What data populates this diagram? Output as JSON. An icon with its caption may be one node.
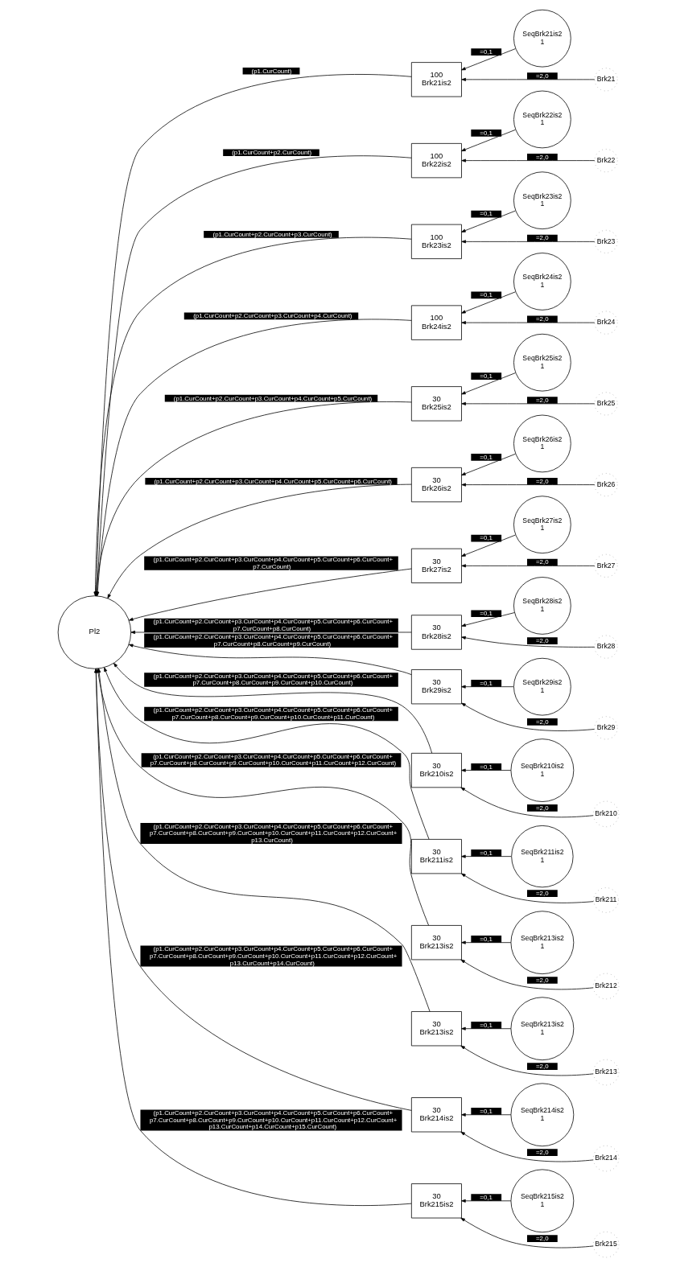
{
  "diagram": {
    "nodes": [
      {
        "text": [
          "Pl2"
        ]
      },
      {
        "text": [
          "100",
          "Brk21is2"
        ]
      },
      {
        "text": [
          "SeqBrk21is2",
          "1"
        ]
      },
      {
        "text": [
          "Brk21"
        ]
      },
      {
        "text": [
          "100",
          "Brk22is2"
        ]
      },
      {
        "text": [
          "SeqBrk22is2",
          "1"
        ]
      },
      {
        "text": [
          "Brk22"
        ]
      },
      {
        "text": [
          "100",
          "Brk23is2"
        ]
      },
      {
        "text": [
          "SeqBrk23is2",
          "1"
        ]
      },
      {
        "text": [
          "Brk23"
        ]
      },
      {
        "text": [
          "100",
          "Brk24is2"
        ]
      },
      {
        "text": [
          "SeqBrk24is2",
          "1"
        ]
      },
      {
        "text": [
          "Brk24"
        ]
      },
      {
        "text": [
          "30",
          "Brk25is2"
        ]
      },
      {
        "text": [
          "SeqBrk25is2",
          "1"
        ]
      },
      {
        "text": [
          "Brk25"
        ]
      },
      {
        "text": [
          "30",
          "Brk26is2"
        ]
      },
      {
        "text": [
          "SeqBrk26is2",
          "1"
        ]
      },
      {
        "text": [
          "Brk26"
        ]
      },
      {
        "text": [
          "30",
          "Brk27is2"
        ]
      },
      {
        "text": [
          "SeqBrk27is2",
          "1"
        ]
      },
      {
        "text": [
          "Brk27"
        ]
      },
      {
        "text": [
          "30",
          "Brk28is2"
        ]
      },
      {
        "text": [
          "SeqBrk28is2",
          "1"
        ]
      },
      {
        "text": [
          "Brk28"
        ]
      },
      {
        "text": [
          "30",
          "Brk29is2"
        ]
      },
      {
        "text": [
          "SeqBrk29is2",
          "1"
        ]
      },
      {
        "text": [
          "Brk29"
        ]
      },
      {
        "text": [
          "30",
          "Brk210is2"
        ]
      },
      {
        "text": [
          "SeqBrk210is2",
          "1"
        ]
      },
      {
        "text": [
          "Brk210"
        ]
      },
      {
        "text": [
          "30",
          "Brk211is2"
        ]
      },
      {
        "text": [
          "SeqBrk211is2",
          "1"
        ]
      },
      {
        "text": [
          "Brk211"
        ]
      },
      {
        "text": [
          "30",
          "Brk213is2"
        ]
      },
      {
        "text": [
          "SeqBrk213is2",
          "1"
        ]
      },
      {
        "text": [
          "Brk212"
        ]
      },
      {
        "text": [
          "30",
          "Brk213is2"
        ]
      },
      {
        "text": [
          "SeqBrk213is2",
          "1"
        ]
      },
      {
        "text": [
          "Brk213"
        ]
      },
      {
        "text": [
          "30",
          "Brk214is2"
        ]
      },
      {
        "text": [
          "SeqBrk214is2",
          "1"
        ]
      },
      {
        "text": [
          "Brk214"
        ]
      },
      {
        "text": [
          "30",
          "Brk215is2"
        ]
      },
      {
        "text": [
          "SeqBrk215is2",
          "1"
        ]
      },
      {
        "text": [
          "Brk215"
        ]
      }
    ],
    "edges": [
      {
        "from": 2,
        "to": 1,
        "arrow": "to",
        "label": "=0,1"
      },
      {
        "from": 3,
        "to": 1,
        "arrow": "to",
        "label": "=2,0"
      },
      {
        "from": 1,
        "to": 0,
        "arrow": "to",
        "label": "(p1.CurCount)"
      },
      {
        "from": 5,
        "to": 4,
        "arrow": "to",
        "label": "=0,1"
      },
      {
        "from": 6,
        "to": 4,
        "arrow": "to",
        "label": "=2,0"
      },
      {
        "from": 4,
        "to": 0,
        "arrow": "to",
        "label": "(p1.CurCount+p2.CurCount)"
      },
      {
        "from": 8,
        "to": 7,
        "arrow": "to",
        "label": "=0,1"
      },
      {
        "from": 9,
        "to": 7,
        "arrow": "to",
        "label": "=2,0"
      },
      {
        "from": 7,
        "to": 0,
        "arrow": "to",
        "label": "(p1.CurCount+p2.CurCount+p3.CurCount)"
      },
      {
        "from": 11,
        "to": 10,
        "arrow": "to",
        "label": "=0,1"
      },
      {
        "from": 12,
        "to": 10,
        "arrow": "to",
        "label": "=2,0"
      },
      {
        "from": 10,
        "to": 0,
        "arrow": "to",
        "label": "(p1.CurCount+p2.CurCount+p3.CurCount+p4.CurCount)"
      },
      {
        "from": 14,
        "to": 13,
        "arrow": "to",
        "label": "=0,1"
      },
      {
        "from": 15,
        "to": 13,
        "arrow": "to",
        "label": "=2,0"
      },
      {
        "from": 13,
        "to": 0,
        "arrow": "to",
        "label": "(p1.CurCount+p2.CurCount+p3.CurCount+p4.CurCount+p5.CurCount)"
      },
      {
        "from": 17,
        "to": 16,
        "arrow": "to",
        "label": "=0,1"
      },
      {
        "from": 18,
        "to": 16,
        "arrow": "to",
        "label": "=2,0"
      },
      {
        "from": 16,
        "to": 0,
        "arrow": "to",
        "label": "(p1.CurCount+p2.CurCount+p3.CurCount+p4.CurCount+p5.CurCount+p6.CurCount)"
      },
      {
        "from": 20,
        "to": 19,
        "arrow": "to",
        "label": "=0,1"
      },
      {
        "from": 21,
        "to": 19,
        "arrow": "to",
        "label": "=2,0"
      },
      {
        "from": 19,
        "to": 0,
        "arrow": "to",
        "label": "(p1.CurCount+p2.CurCount+p3.CurCount+p4.CurCount+p5.CurCount+p6.CurCount+p7.CurCount)"
      },
      {
        "from": 23,
        "to": 22,
        "arrow": "to",
        "label": "=0,1"
      },
      {
        "from": 24,
        "to": 22,
        "arrow": "to",
        "label": "=2,0"
      },
      {
        "from": 22,
        "to": 0,
        "arrow": "to",
        "label": "(p1.CurCount+p2.CurCount+p3.CurCount+p4.CurCount+p5.CurCount+p6.CurCount+p7.CurCount+p8.CurCount)"
      },
      {
        "from": 26,
        "to": 25,
        "arrow": "to",
        "label": "=0,1"
      },
      {
        "from": 27,
        "to": 25,
        "arrow": "to",
        "label": "=2,0"
      },
      {
        "from": 25,
        "to": 0,
        "arrow": "to",
        "label": "(p1.CurCount+p2.CurCount+p3.CurCount+p4.CurCount+p5.CurCount+p6.CurCount+p7.CurCount+p8.CurCount+p9.CurCount)"
      },
      {
        "from": 29,
        "to": 28,
        "arrow": "to",
        "label": "=0,1"
      },
      {
        "from": 30,
        "to": 28,
        "arrow": "to",
        "label": "=2,0"
      },
      {
        "from": 28,
        "to": 0,
        "arrow": "to",
        "label": "(p1.CurCount+p2.CurCount+p3.CurCount+p4.CurCount+p5.CurCount+p6.CurCount+p7.CurCount+p8.CurCount+p9.CurCount+p10.CurCount)"
      },
      {
        "from": 32,
        "to": 31,
        "arrow": "to",
        "label": "=0,1"
      },
      {
        "from": 33,
        "to": 31,
        "arrow": "to",
        "label": "=2,0"
      },
      {
        "from": 31,
        "to": 0,
        "arrow": "to",
        "label": "(p1.CurCount+p2.CurCount+p3.CurCount+p4.CurCount+p5.CurCount+p6.CurCount+p7.CurCount+p8.CurCount+p9.CurCount+p10.CurCount+p11.CurCount)"
      },
      {
        "from": 35,
        "to": 34,
        "arrow": "to",
        "label": "=0,1"
      },
      {
        "from": 36,
        "to": 34,
        "arrow": "to",
        "label": "=2,0"
      },
      {
        "from": 34,
        "to": 0,
        "arrow": "to",
        "label": "(p1.CurCount+p2.CurCount+p3.CurCount+p4.CurCount+p5.CurCount+p6.CurCount+p7.CurCount+p8.CurCount+p9.CurCount+p10.CurCount+p11.CurCount+p12.CurCount)"
      },
      {
        "from": 38,
        "to": 37,
        "arrow": "to",
        "label": "=0,1"
      },
      {
        "from": 39,
        "to": 37,
        "arrow": "to",
        "label": "=2,0"
      },
      {
        "from": 37,
        "to": 0,
        "arrow": "to",
        "label": "(p1.CurCount+p2.CurCount+p3.CurCount+p4.CurCount+p5.CurCount+p6.CurCount+p7.CurCount+p8.CurCount+p9.CurCount+p10.CurCount+p11.CurCount+p12.CurCount+p13.CurCount)"
      },
      {
        "from": 41,
        "to": 40,
        "arrow": "to",
        "label": "=0,1"
      },
      {
        "from": 42,
        "to": 40,
        "arrow": "to",
        "label": "=2,0"
      },
      {
        "from": 40,
        "to": 0,
        "arrow": "to",
        "label": "(p1.CurCount+p2.CurCount+p3.CurCount+p4.CurCount+p5.CurCount+p6.CurCount+p7.CurCount+p8.CurCount+p9.CurCount+p10.CurCount+p11.CurCount+p12.CurCount+p13.CurCount+p14.CurCount)"
      },
      {
        "from": 44,
        "to": 43,
        "arrow": "to",
        "label": "=0,1"
      },
      {
        "from": 45,
        "to": 43,
        "arrow": "to",
        "label": "=2,0"
      },
      {
        "from": 43,
        "to": 0,
        "arrow": "to",
        "label": "(p1.CurCount+p2.CurCount+p3.CurCount+p4.CurCount+p5.CurCount+p6.CurCount+p7.CurCount+p8.CurCount+p9.CurCount+p10.CurCount+p11.CurCount+p12.CurCount+p13.CurCount+p14.CurCount+p15.CurCount)"
      }
    ]
  }
}
